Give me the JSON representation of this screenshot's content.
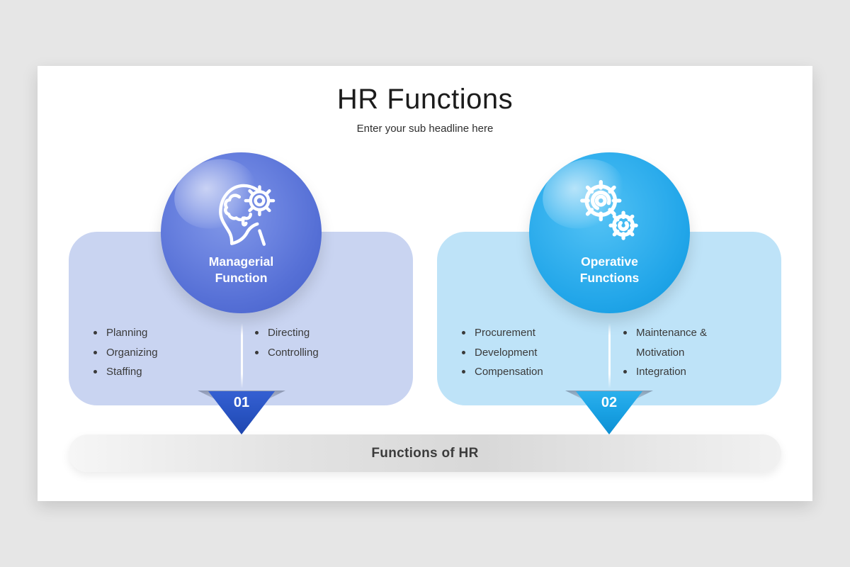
{
  "slide": {
    "title": "HR Functions",
    "subtitle": "Enter your sub headline here",
    "footer": {
      "label": "Functions of HR"
    }
  },
  "colors": {
    "page_background": "#e6e6e6",
    "slide_background": "#ffffff",
    "managerial_circle": "#5670d6",
    "managerial_card": "#c9d4f1",
    "managerial_pointer": "#2a55c4",
    "operative_circle": "#22a6e9",
    "operative_card": "#bee3f8",
    "operative_pointer": "#1aa2e4"
  },
  "cards": [
    {
      "title": "Managerial Function",
      "icon": "head-gear-icon",
      "number": "01",
      "columns": [
        [
          "Planning",
          "Organizing",
          "Staffing"
        ],
        [
          "Directing",
          "Controlling"
        ]
      ]
    },
    {
      "title": "Operative Functions",
      "icon": "gears-icon",
      "number": "02",
      "columns": [
        [
          "Procurement",
          "Development",
          "Compensation"
        ],
        [
          "Maintenance & Motivation",
          "Integration"
        ]
      ]
    }
  ]
}
